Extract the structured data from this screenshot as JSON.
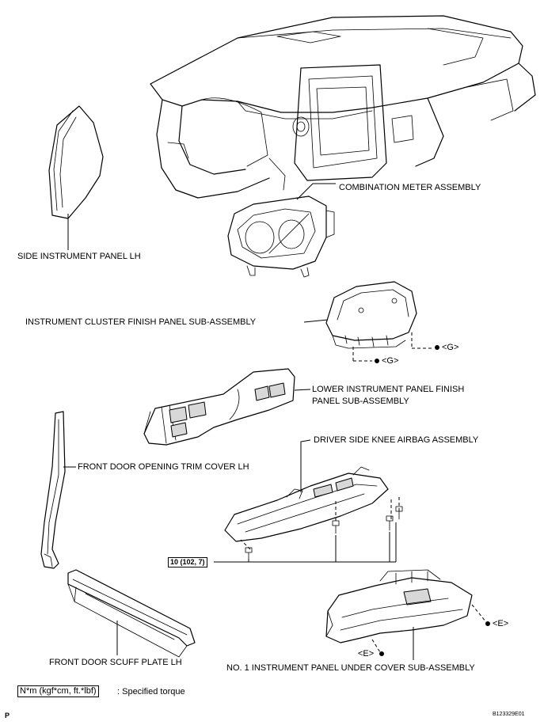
{
  "labels": {
    "combination_meter": "COMBINATION METER ASSEMBLY",
    "side_panel_lh": "SIDE INSTRUMENT PANEL LH",
    "cluster_finish_panel": "INSTRUMENT CLUSTER FINISH PANEL SUB-ASSEMBLY",
    "clip_g_right": "<G>",
    "clip_g_left": "<G>",
    "lower_finish_panel_line1": "LOWER INSTRUMENT PANEL FINISH",
    "lower_finish_panel_line2": "PANEL SUB-ASSEMBLY",
    "knee_airbag": "DRIVER SIDE KNEE AIRBAG ASSEMBLY",
    "door_trim_cover": "FRONT DOOR OPENING TRIM COVER LH",
    "torque_value": "10 (102, 7)",
    "clip_e_right": "<E>",
    "clip_e_left": "<E>",
    "scuff_plate": "FRONT DOOR SCUFF PLATE LH",
    "under_cover": "NO. 1 INSTRUMENT PANEL UNDER COVER SUB-ASSEMBLY"
  },
  "legend": {
    "unit_box": "N*m (kgf*cm, ft.*lbf)",
    "description": ": Specified torque"
  },
  "footer": {
    "left_mark": "P",
    "figure_id": "B123329E01"
  }
}
